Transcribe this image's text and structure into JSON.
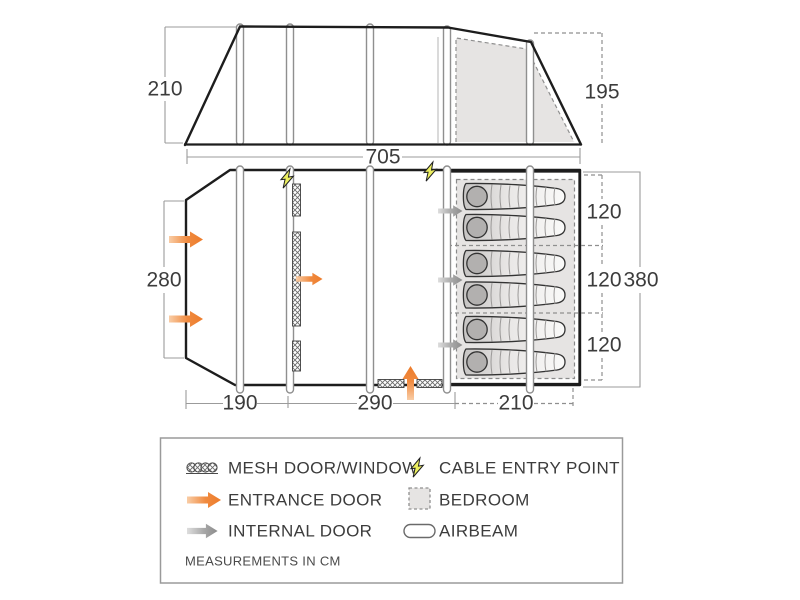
{
  "elevation": {
    "front_height": "210",
    "rear_height": "195",
    "total_length": "705"
  },
  "floorplan": {
    "front_width": "280",
    "porch_length": "190",
    "living_length": "290",
    "bedroom_length": "210",
    "bedroom_section_1": "120",
    "bedroom_section_2": "120",
    "bedroom_section_3": "120",
    "bedroom_total_width": "380"
  },
  "legend": {
    "items": [
      {
        "icon": "mesh-icon",
        "label": "MESH DOOR/WINDOW"
      },
      {
        "icon": "cable-entry-icon",
        "label": "CABLE ENTRY POINT"
      },
      {
        "icon": "entrance-door-icon",
        "label": "ENTRANCE DOOR"
      },
      {
        "icon": "bedroom-icon",
        "label": "BEDROOM"
      },
      {
        "icon": "internal-door-icon",
        "label": "INTERNAL DOOR"
      },
      {
        "icon": "airbeam-icon",
        "label": "AIRBEAM"
      }
    ],
    "note": "MEASUREMENTS IN CM"
  },
  "colors": {
    "entrance_arrow": "#ed7c2b",
    "internal_arrow": "#8c8c8c",
    "cable_bolt": "#ecef5f",
    "bedroom_fill": "#e6e4e3",
    "outline": "#1d1d1d"
  }
}
